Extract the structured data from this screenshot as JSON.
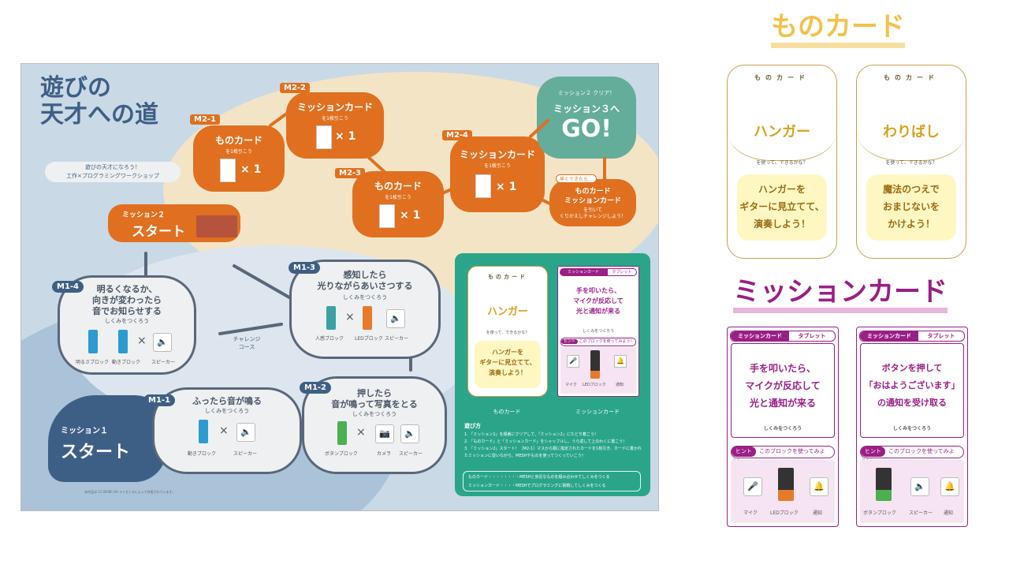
{
  "board": {
    "logo": {
      "line1": "遊びの",
      "line2": "天才への道",
      "subtitle1": "遊びの天才になろう！",
      "subtitle2": "工作×プログラミングワークショップ"
    },
    "mission2_start": {
      "tag": "ミッション２",
      "label": "スタート"
    },
    "mission1_start": {
      "tag": "ミッション１",
      "label": "スタート"
    },
    "m2_1": {
      "tag": "M2-1",
      "title": "ものカード",
      "sub": "を1枚引こう",
      "times": "× 1"
    },
    "m2_2": {
      "tag": "M2-2",
      "title": "ミッションカード",
      "sub": "を1枚引こう",
      "times": "× 1"
    },
    "m2_3": {
      "tag": "M2-3",
      "title": "ものカード",
      "sub": "を1枚引こう",
      "times": "× 1"
    },
    "m2_4": {
      "tag": "M2-4",
      "title": "ミッションカード",
      "sub": "を1枚引こう",
      "times": "× 1"
    },
    "retry": {
      "tag": "早くできたら…",
      "title1": "ものカード",
      "title2": "ミッションカード",
      "sub1": "を引いて",
      "sub2": "くりかえしチャレンジしよう！"
    },
    "goal": {
      "line1": "ミッション２ クリア！",
      "line2": "ミッション３へ",
      "line3": "GO!"
    },
    "m1_1": {
      "tag": "M1-1",
      "title": "ふったら音が鳴る",
      "sub": "しくみをつくろう",
      "blocks": [
        "動きブロック",
        "スピーカー"
      ]
    },
    "m1_2": {
      "tag": "M1-2",
      "title1": "押したら",
      "title2": "音が鳴って写真をとる",
      "sub": "しくみをつくろう",
      "blocks": [
        "ボタンブロック",
        "カメラ",
        "スピーカー"
      ]
    },
    "m1_3": {
      "tag": "M1-3",
      "title1": "感知したら",
      "title2": "光りながらあいさつする",
      "sub": "しくみをつくろう",
      "blocks": [
        "人感ブロック",
        "LEDブロック",
        "スピーカー"
      ]
    },
    "m1_4": {
      "tag": "M1-4",
      "title1": "明るくなるか、",
      "title2": "向きが変わったら",
      "title3": "音でお知らせする",
      "sub": "しくみをつくろう",
      "blocks": [
        "明るさブロック",
        "動きブロック",
        "スピーカー"
      ]
    },
    "challenge": "チャレンジコース",
    "times_sym": "×",
    "panel": {
      "mono_head": "ものカード",
      "mono_word": "ハンガー",
      "mono_q": "を使って、できるかな？",
      "mono_text": [
        "ハンガーを",
        "ギターに見立てて、",
        "演奏しよう！"
      ],
      "mis_tab1": "ミッションカード",
      "mis_tab2": "タブレット",
      "mis_text": [
        "手を叩いたら、",
        "マイクが反応して",
        "光と通知が来る"
      ],
      "mis_sub": "しくみをつくろう",
      "mis_hint_tag": "ヒント",
      "mis_hint": "このブロックを使ってみよう！",
      "mis_blocks": [
        "マイク",
        "LEDブロック",
        "通知"
      ],
      "label_mono": "ものカード",
      "label_mis": "ミッションカード",
      "howto_title": "遊び方",
      "howto": [
        "1. 「ミッション1」を順番にクリアして、「ミッション2」にたどり着こう！",
        "2. 「ものカード」と「ミッションカード」をシャッフルし、うら返して上のわくに置こう！",
        "3. 「ミッション2」スタート！［M2-1］マスから順に指定されたカードを1枚引き、カードに書かれたミッションに従いながら、MESHやものを使ってつくっていこう！"
      ],
      "legend1": "ものカード・・・・・・・・MESHと身近なものを組み合わせてしくみをつくる",
      "legend2": "ミッションカード・・・・MESHでプログラミングに挑戦してしくみをつくる"
    },
    "footer": "本作品は CC BY-NC-SA ライセンスによって許諾されています。"
  },
  "right": {
    "mono_title": "ものカード",
    "mono_cards": [
      {
        "head": "ものカード",
        "word": "ハンガー",
        "q": "を使って、できるかな？",
        "text": [
          "ハンガーを",
          "ギターに見立てて、",
          "演奏しよう！"
        ]
      },
      {
        "head": "ものカード",
        "word": "わりばし",
        "q": "を使って、できるかな？",
        "text": [
          "魔法のつえで",
          "おまじないを",
          "かけよう！"
        ]
      }
    ],
    "mission_title": "ミッションカード",
    "mission_cards": [
      {
        "tab1": "ミッションカード",
        "tab2": "タブレット",
        "text": [
          "手を叩いたら、",
          "マイクが反応して",
          "光と通知が来る"
        ],
        "sub": "しくみをつくろう",
        "hint_tag": "ヒント",
        "hint": "このブロックを使ってみよう！",
        "blocks": [
          "マイク",
          "LEDブロック",
          "通知"
        ]
      },
      {
        "tab1": "ミッションカード",
        "tab2": "タブレット",
        "text": [
          "ボタンを押して",
          "「おはようございます」",
          "の通知を受け取る"
        ],
        "sub": "しくみをつくろう",
        "hint_tag": "ヒント",
        "hint": "このブロックを使ってみよう！",
        "blocks": [
          "ボタンブロック",
          "スピーカー",
          "通知"
        ]
      }
    ]
  },
  "colors": {
    "orange": "#e0701f",
    "navy": "#59677a",
    "teal": "#2aa58a",
    "purple": "#9a1f86",
    "gold": "#d7a31c"
  },
  "icons": {
    "speaker": "speaker-icon",
    "camera": "camera-icon",
    "bell": "bell-icon",
    "mic": "microphone-icon"
  }
}
